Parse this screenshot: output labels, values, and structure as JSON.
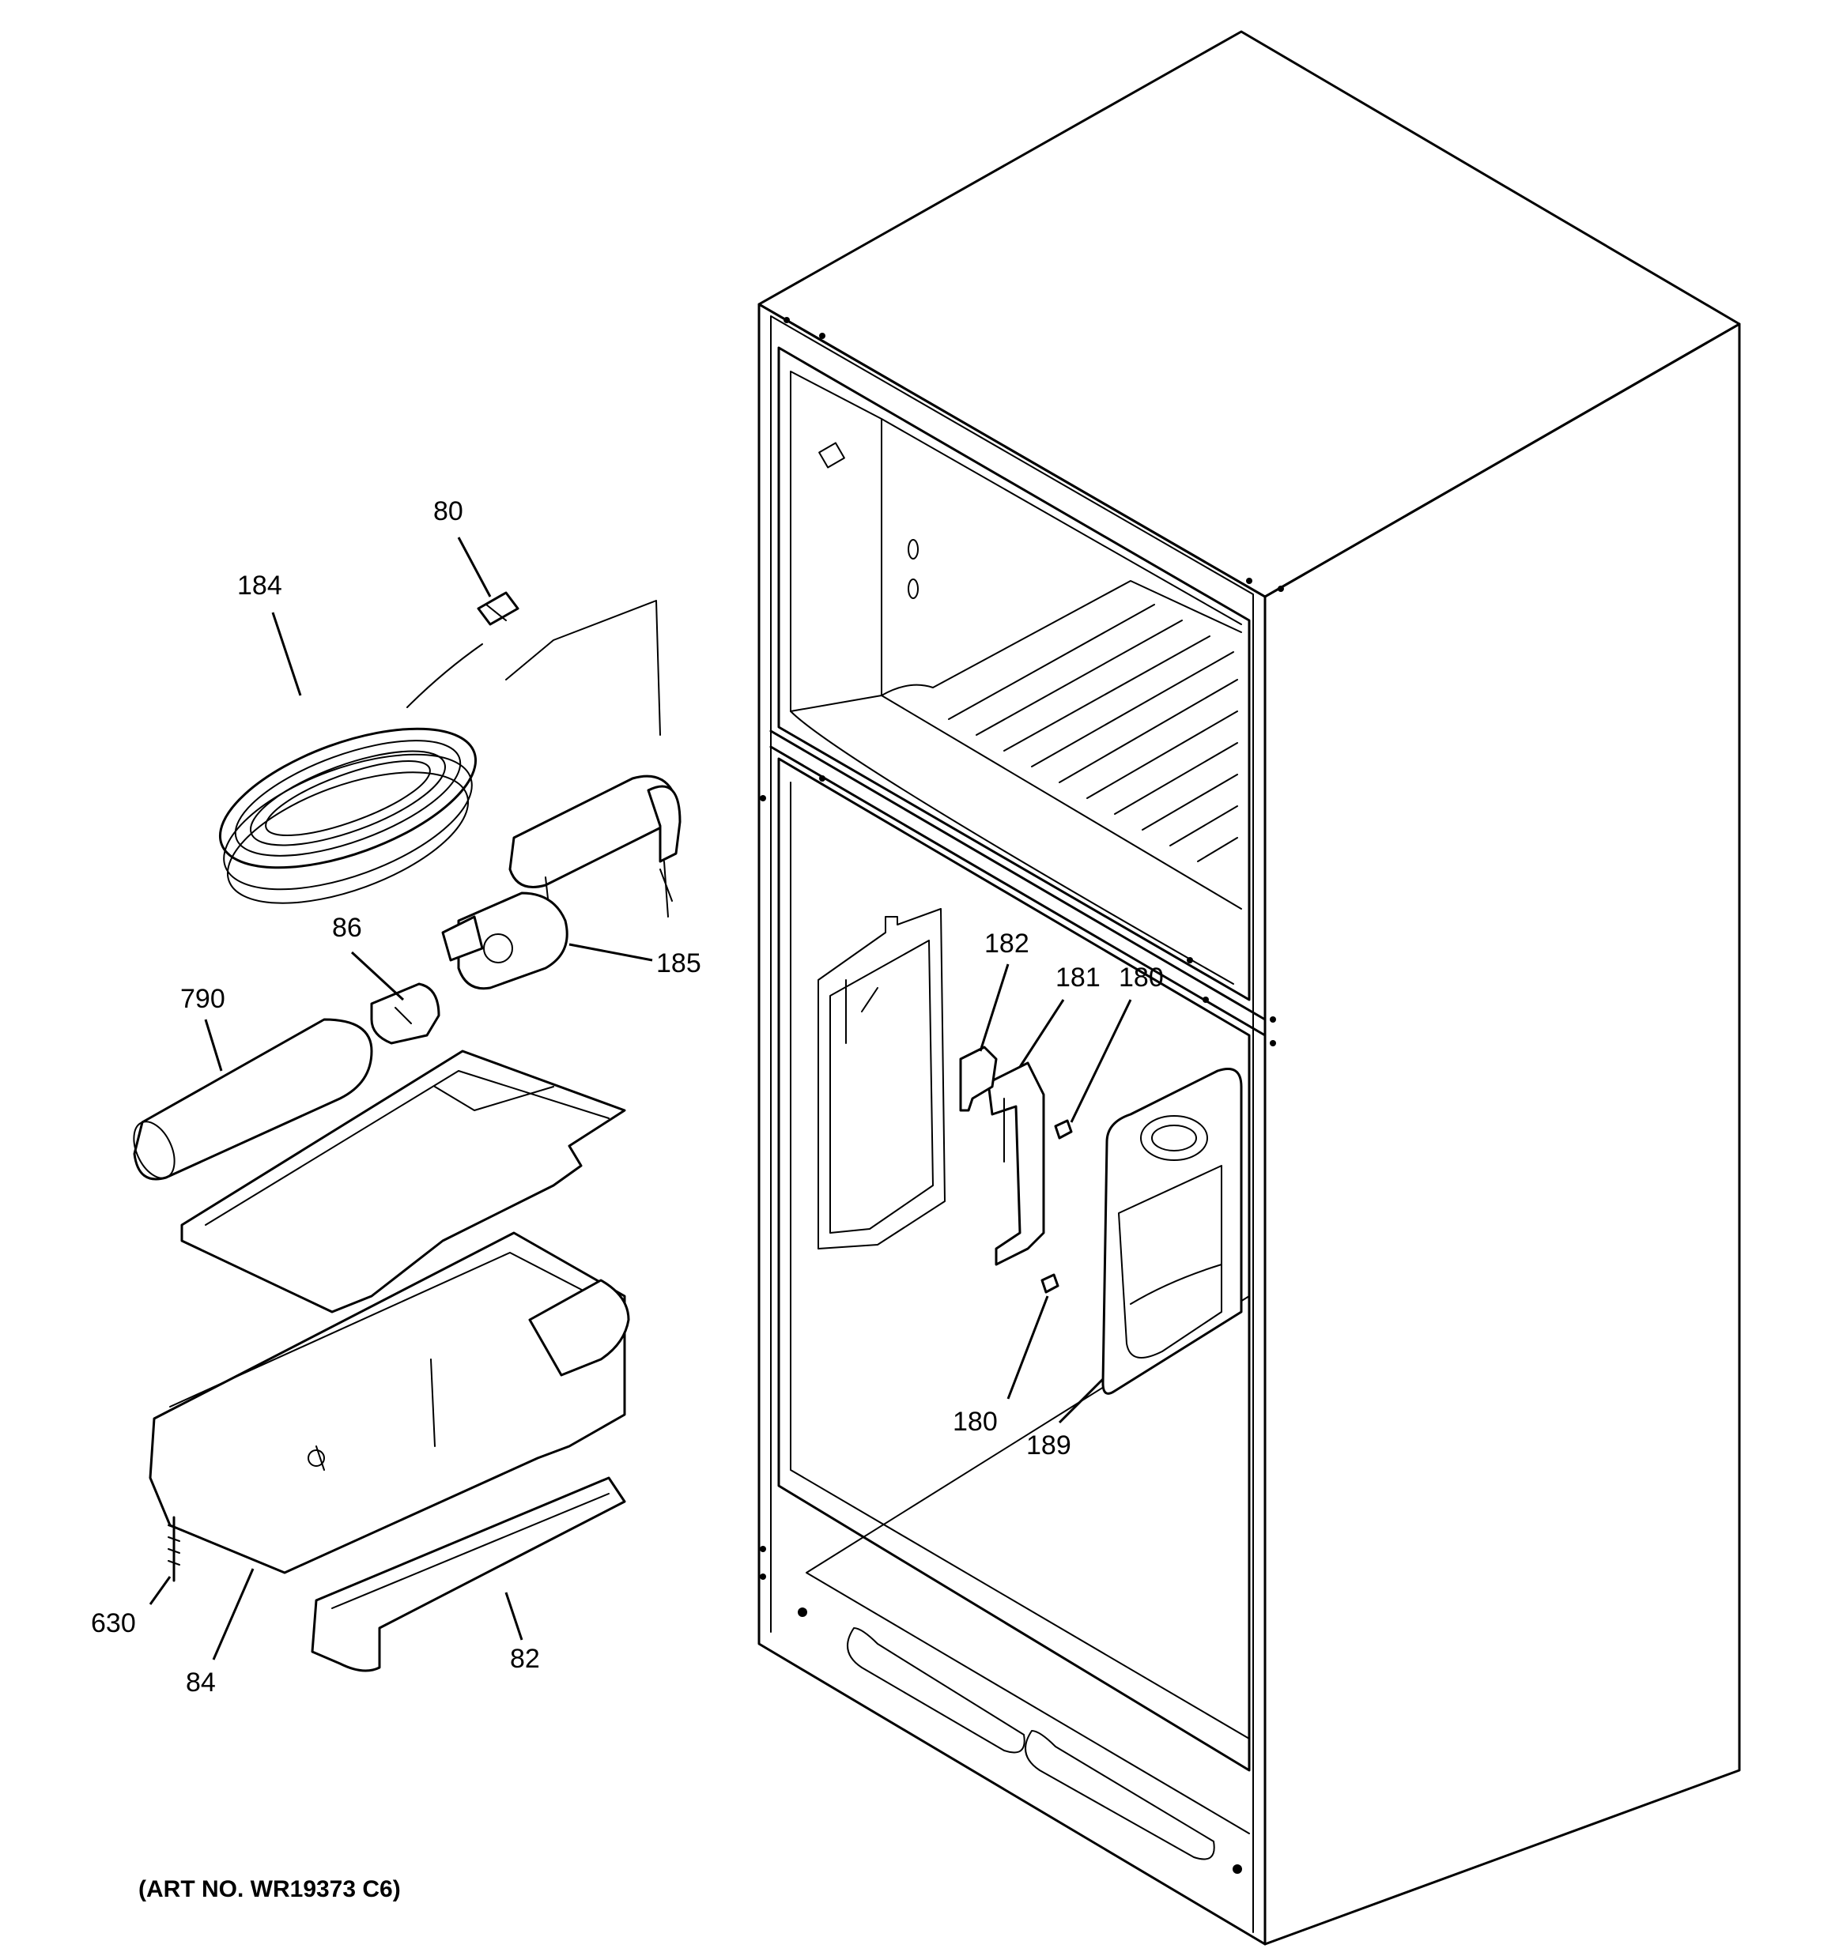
{
  "art_number": "(ART NO. WR19373 C6)",
  "callouts": {
    "c80": "80",
    "c184": "184",
    "c86": "86",
    "c185": "185",
    "c790": "790",
    "c182": "182",
    "c181": "181",
    "c180a": "180",
    "c180b": "180",
    "c189": "189",
    "c630": "630",
    "c84": "84",
    "c82": "82"
  }
}
